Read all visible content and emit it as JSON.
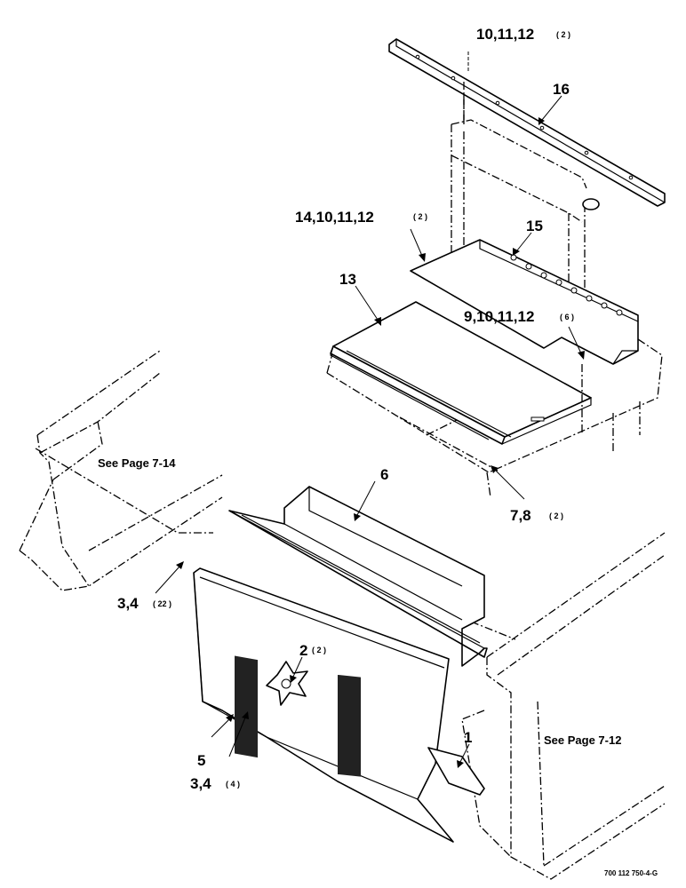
{
  "callouts": {
    "c16": {
      "label": "16",
      "qty": ""
    },
    "c10": {
      "label": "10,11,12",
      "qty": "( 2 )"
    },
    "c14": {
      "label": "14,10,11,12",
      "qty": "( 2 )"
    },
    "c15": {
      "label": "15",
      "qty": ""
    },
    "c13": {
      "label": "13",
      "qty": ""
    },
    "c9": {
      "label": "9,10,11,12",
      "qty": "( 6 )"
    },
    "c7": {
      "label": "7,8",
      "qty": "( 2 )"
    },
    "c6": {
      "label": "6",
      "qty": ""
    },
    "c3a": {
      "label": "3,4",
      "qty": "( 22 )"
    },
    "c2": {
      "label": "2",
      "qty": "( 2 )"
    },
    "c1": {
      "label": "1",
      "qty": ""
    },
    "c5": {
      "label": "5",
      "qty": ""
    },
    "c3b": {
      "label": "3,4",
      "qty": "( 4 )"
    }
  },
  "references": {
    "left": "See Page 7-14",
    "right": "See Page 7-12"
  },
  "document_number": "700 112 750-4-G"
}
